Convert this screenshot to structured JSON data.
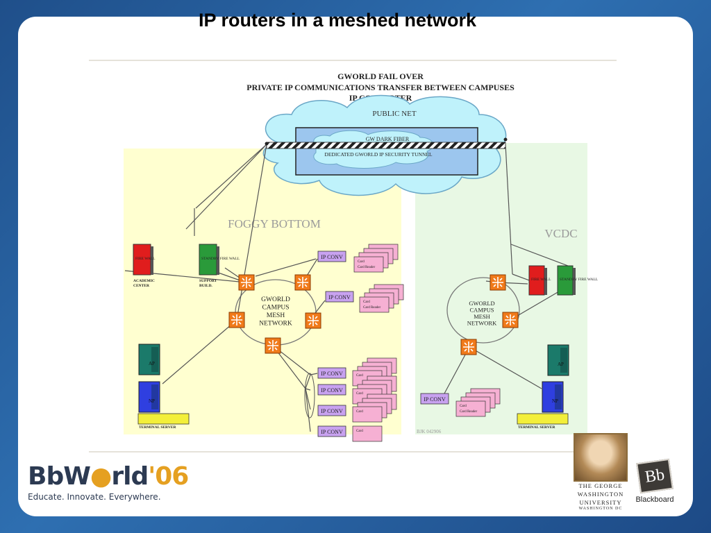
{
  "slide": {
    "title": "IP routers in a meshed network"
  },
  "diagram": {
    "heading_lines": [
      "GWORLD FAIL OVER",
      "PRIVATE IP COMMUNICATIONS TRANSFER BETWEEN CAMPUSES",
      "IP CONVERTER"
    ],
    "cloud_label": "PUBLIC NET",
    "fiber_label": "GW DARK FIBER",
    "tunnel_label": "DEDICATED GWORLD IP SECURITY TUNNEL",
    "left_region": "FOGGY BOTTOM",
    "right_region": "VCDC",
    "left_mesh": [
      "GWORLD",
      "CAMPUS",
      "MESH",
      "NETWORK"
    ],
    "right_mesh": [
      "GWORLD",
      "CAMPUS",
      "MESH",
      "NETWORK"
    ],
    "firewall_label": "FIRE WALL",
    "standby_firewall_label": "STANDBY FIRE WALL",
    "academic_center": [
      "ACADEMIC",
      "CENTER"
    ],
    "support_build": [
      "SUPPORT",
      "BUILD."
    ],
    "ipconv": "IP CONV",
    "card_label": "Card",
    "card_reader_label": "Card Reader",
    "ap": "AP",
    "np": "NP",
    "terminal_server": "TERMINAL SERVER",
    "doc_code": "BJK 042906"
  },
  "footer": {
    "brand_main": "BbW",
    "brand_mid": "rld",
    "brand_year": "'06",
    "tagline": "Educate. Innovate. Everywhere.",
    "gwu_lines": [
      "THE GEORGE",
      "WASHINGTON",
      "UNIVERSITY"
    ],
    "gwu_city": "WASHINGTON DC",
    "bb_logo": "Bb",
    "bb_name": "Blackboard"
  },
  "colors": {
    "router": "#f07a1a",
    "ipconv": "#c8a2f0",
    "card": "#f6b0d3",
    "firewall_red": "#e01d1d",
    "firewall_green": "#2a9a3a",
    "left_bg": "#ffffd0",
    "right_bg": "#e8f8e4",
    "cloud": "#bff2fb"
  },
  "icons": [
    "router-icon",
    "firewall-icon",
    "server-icon",
    "card-reader-icon",
    "cloud-icon"
  ]
}
